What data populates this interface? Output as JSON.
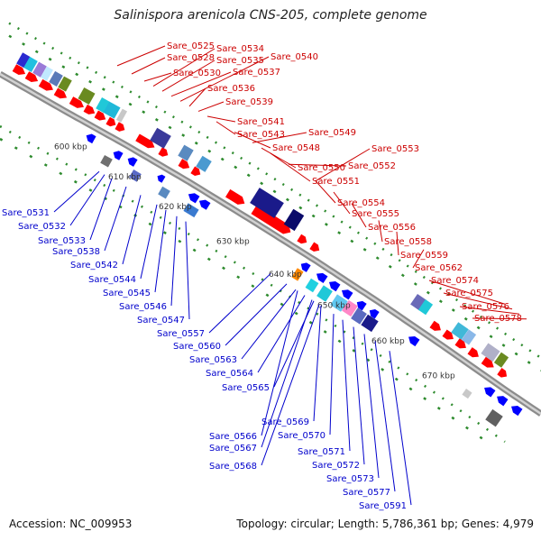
{
  "title": "Salinispora arenicola CNS-205, complete genome",
  "footer": {
    "accession": "Accession: NC_009953",
    "info": "Topology: circular; Length: 5,786,361 bp; Genes: 4,979"
  },
  "ticks": [
    "600 kbp",
    "610 kbp",
    "620 kbp",
    "630 kbp",
    "640 kbp",
    "650 kbp",
    "660 kbp",
    "670 kbp"
  ],
  "labels_forward": [
    "Sare_0525",
    "Sare_0528",
    "Sare_0530",
    "Sare_0534",
    "Sare_0535",
    "Sare_0537",
    "Sare_0540",
    "Sare_0536",
    "Sare_0539",
    "Sare_0541",
    "Sare_0543",
    "Sare_0549",
    "Sare_0548",
    "Sare_0553",
    "Sare_0550",
    "Sare_0552",
    "Sare_0551",
    "Sare_0554",
    "Sare_0555",
    "Sare_0556",
    "Sare_0558",
    "Sare_0559",
    "Sare_0562",
    "Sare_0574",
    "Sare_0575",
    "Sare_0576",
    "Sare_0578"
  ],
  "labels_reverse": [
    "Sare_0531",
    "Sare_0532",
    "Sare_0533",
    "Sare_0538",
    "Sare_0542",
    "Sare_0544",
    "Sare_0545",
    "Sare_0546",
    "Sare_0547",
    "Sare_0557",
    "Sare_0560",
    "Sare_0563",
    "Sare_0564",
    "Sare_0565",
    "Sare_0569",
    "Sare_0566",
    "Sare_0570",
    "Sare_0567",
    "Sare_0568",
    "Sare_0571",
    "Sare_0572",
    "Sare_0573",
    "Sare_0577",
    "Sare_0591"
  ],
  "colors": {
    "forward_label": "#cc0000",
    "reverse_label": "#0000cc",
    "forward_gene": "#ff0000",
    "reverse_gene": "#0000ff",
    "backbone": "#999999",
    "gc_marks": "#2e8b2e"
  }
}
